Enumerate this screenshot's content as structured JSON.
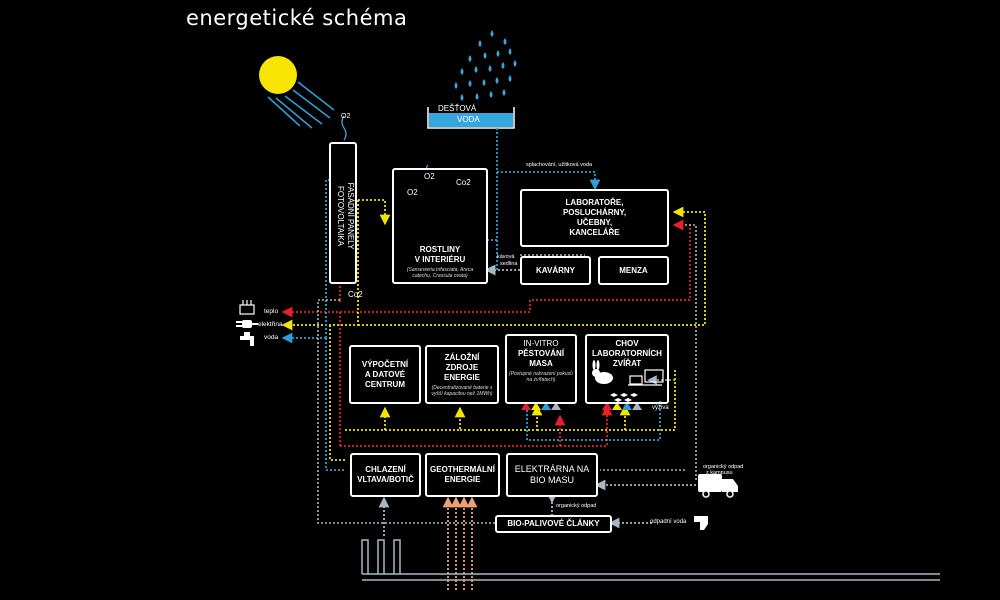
{
  "title": "energetické schéma",
  "nodes": {
    "rain": {
      "line1": "DEŠŤOVÁ",
      "line2": "VODA"
    },
    "facade": {
      "line1": "FASÁDNÍ PANELY",
      "line2": "FOTOVOLTAIKA"
    },
    "plants": {
      "title1": "ROSTLINY",
      "title2": "V INTERIÉRU",
      "sub": "(Sansevieria trifasciata, Areca catechu, Crassula ovata)",
      "o2_a": "O2",
      "co2_a": "Co2",
      "o2_b": "O2"
    },
    "labs": {
      "l1": "LABORATOŘE,",
      "l2": "POSLUCHÁRNY,",
      "l3": "UČEBNY,",
      "l4": "KANCELÁŘE"
    },
    "cafes": {
      "label": "KAVÁRNY"
    },
    "canteen": {
      "label": "MENZA"
    },
    "computing": {
      "l1": "VÝPOČETNÍ",
      "l2": "A DATOVÉ",
      "l3": "CENTRUM"
    },
    "backup": {
      "l1": "ZÁLOŽNÍ",
      "l2": "ZDROJE",
      "l3": "ENERGIE",
      "sub": "(Decentralizované baterie s vyšší kapacitou než 1MWh)"
    },
    "invitro": {
      "l1": "IN-VITRO",
      "l2": "PĚSTOVÁNÍ",
      "l3": "MASA",
      "sub": "(Postupné nahrazení pokusů na zvířatech)"
    },
    "animals": {
      "l1": "CHOV",
      "l2": "LABORATORNÍCH",
      "l3": "ZVÍŘAT"
    },
    "cooling": {
      "l1": "CHLAZENÍ",
      "l2": "VLTAVA/BOTIČ"
    },
    "geo": {
      "l1": "GEOTHERMÁLNÍ",
      "l2": "ENERGIE"
    },
    "bio_plant": {
      "l1": "ELEKTRÁRNA NA",
      "l2": "BIO MASU"
    },
    "fuel_cells": {
      "label": "BIO-PALIVOVÉ ČLÁNKY"
    }
  },
  "labels": {
    "o2_facade": "O2",
    "co2_facade": "Co2",
    "flush": "splachování, užitková voda",
    "coffee_line1": "kávová",
    "coffee_line2": "sedlina",
    "nutrition": "výživa",
    "org_waste_campus_1": "organický odpad",
    "org_waste_campus_2": "z kampusu",
    "org_waste": "organický odpad",
    "waste_water": "odpadní voda"
  },
  "outputs": {
    "heat": "teplo",
    "electricity": "elektřina",
    "water": "voda"
  },
  "colors": {
    "heat": "#e8202a",
    "electricity": "#f2e500",
    "water": "#2a9fd8",
    "organic": "#a7b8c0",
    "geothermal": "#f0a070",
    "sun": "#f7e400",
    "rain": "#36a7de"
  },
  "icons": [
    "sun-icon",
    "rain-icon",
    "radiator-icon",
    "plug-icon",
    "tap-icon",
    "truck-icon",
    "pipe-icon",
    "meat-icon",
    "rabbit-icon",
    "monitor-icon",
    "plants-icon"
  ]
}
